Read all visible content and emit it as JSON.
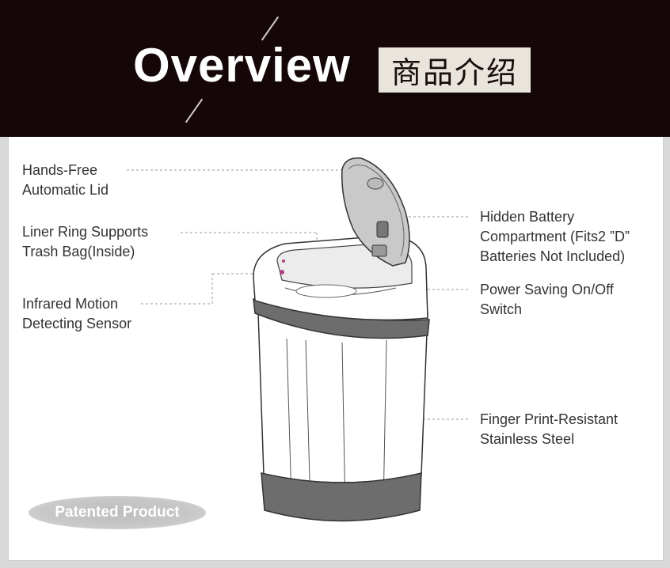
{
  "header": {
    "title": "Overview",
    "badge": "商品介绍"
  },
  "labels": {
    "hands_free": [
      "Hands-Free",
      "Automatic Lid"
    ],
    "liner_ring": [
      "Liner Ring Supports",
      "Trash Bag(Inside)"
    ],
    "infrared": [
      "Infrared Motion",
      "Detecting Sensor"
    ],
    "battery": [
      "Hidden Battery",
      "Compartment (Fits2 ”D”",
      "Batteries Not Included)"
    ],
    "power": [
      "Power Saving On/Off",
      "Switch"
    ],
    "steel": [
      "Finger Print-Resistant",
      "Stainless Steel"
    ]
  },
  "patent": "Patented Product",
  "colors": {
    "header_bg": "#150708",
    "badge_bg": "#e9e5dd",
    "text": "#333333",
    "band": "#6d6d6d"
  }
}
